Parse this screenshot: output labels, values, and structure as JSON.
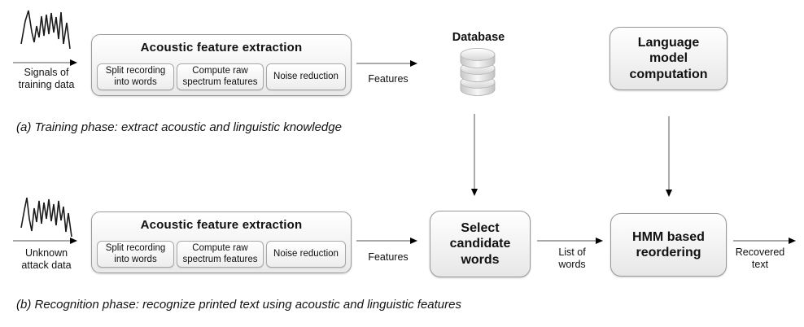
{
  "phase_a": {
    "input_label": [
      "Signals of",
      "training data"
    ],
    "extraction": {
      "title": "Acoustic feature extraction",
      "steps": [
        {
          "label": "Split recording into words"
        },
        {
          "label": "Compute raw spectrum features"
        },
        {
          "label": "Noise reduction"
        }
      ]
    },
    "features_label": "Features",
    "database_label": "Database",
    "language_model_label": "Language model computation",
    "caption": "(a) Training phase: extract acoustic and linguistic knowledge"
  },
  "phase_b": {
    "input_label": [
      "Unknown",
      "attack data"
    ],
    "extraction": {
      "title": "Acoustic feature extraction",
      "steps": [
        {
          "label": "Split recording into words"
        },
        {
          "label": "Compute raw spectrum features"
        },
        {
          "label": "Noise reduction"
        }
      ]
    },
    "features_label": "Features",
    "select_candidate_label": "Select candidate words",
    "list_of_words_label": [
      "List of",
      "words"
    ],
    "hmm_label": "HMM based reordering",
    "recovered_label": [
      "Recovered",
      "text"
    ],
    "caption": "(b) Recognition phase: recognize printed text using acoustic and linguistic features"
  },
  "icons": {
    "input_a": "signal-waveform-icon",
    "input_b": "signal-waveform-icon",
    "storage": "database-cylinder-icon"
  },
  "colors": {
    "box_border": "#999999",
    "box_fill_top": "#ffffff",
    "box_fill_bottom": "#e7e7e7",
    "arrow_line": "#555555",
    "arrow_head": "#000000",
    "text": "#111111"
  }
}
